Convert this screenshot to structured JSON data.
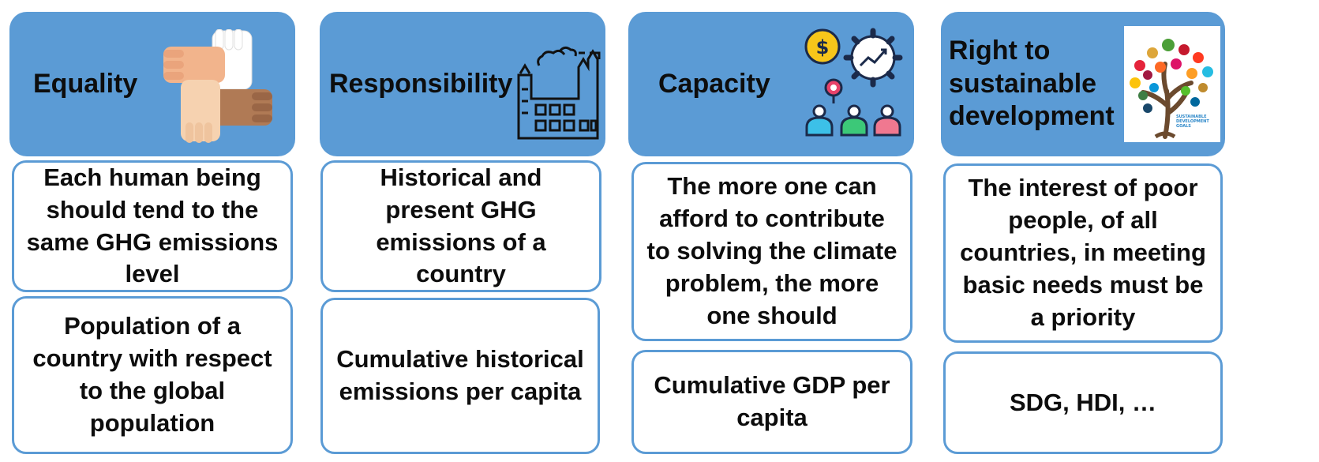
{
  "columns": [
    {
      "title": "Equality",
      "principle": "Each human being should tend to the same GHG emissions level",
      "indicator": "Population of a country with respect to the global population",
      "icon": "hands-together-icon"
    },
    {
      "title": "Responsibility",
      "principle": "Historical and present GHG emissions of a country",
      "indicator": "Cumulative historical emissions per capita",
      "icon": "factory-icon"
    },
    {
      "title": "Capacity",
      "principle": "The more one can afford to contribute to solving the climate problem, the more one should",
      "indicator": "Cumulative GDP per capita",
      "icon": "capacity-growth-icon"
    },
    {
      "title": "Right to sustainable development",
      "principle": "The interest of poor people, of all countries, in meeting basic needs must be a priority",
      "indicator": "SDG, HDI, …",
      "icon": "sdg-tree-icon",
      "logo_text": "SUSTAINABLE DEVELOPMENT GOALS"
    }
  ],
  "colors": {
    "header_fill": "#5b9bd5",
    "box_border": "#5b9bd5",
    "text": "#0d0d0d"
  }
}
